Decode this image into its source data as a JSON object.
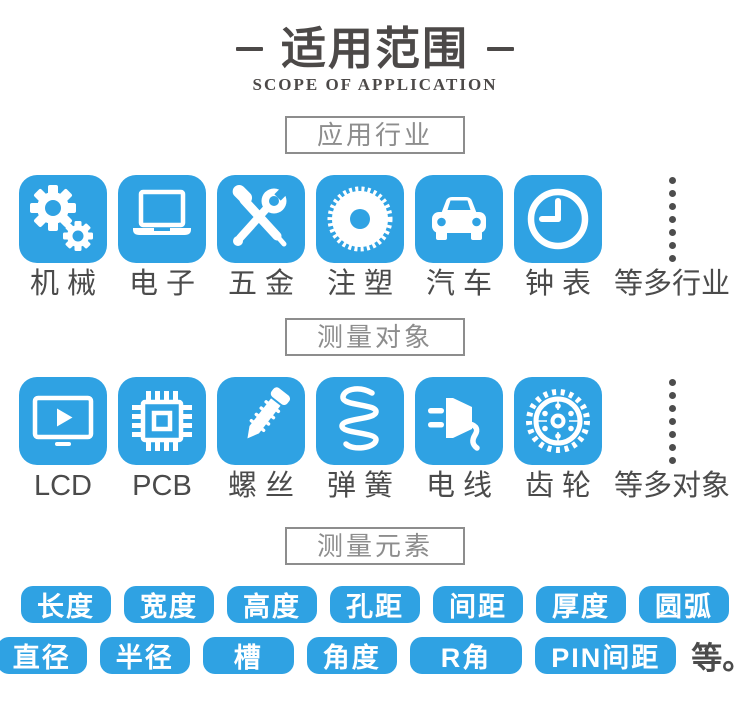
{
  "colors": {
    "accent_blue": "#2fa2e3",
    "title_gray": "#4c4948",
    "label_gray": "#4b4b4b",
    "section_gray": "#8d8d8d",
    "dot_gray": "#4d4d4d"
  },
  "header": {
    "title": "适用范围",
    "subtitle": "SCOPE OF APPLICATION"
  },
  "industries": {
    "heading": "应用行业",
    "items": [
      {
        "icon": "gears-icon",
        "label": "机械"
      },
      {
        "icon": "laptop-icon",
        "label": "电子"
      },
      {
        "icon": "tools-icon",
        "label": "五金"
      },
      {
        "icon": "saw-blade-icon",
        "label": "注塑"
      },
      {
        "icon": "car-icon",
        "label": "汽车"
      },
      {
        "icon": "clock-icon",
        "label": "钟表"
      }
    ],
    "more_label": "等多行业"
  },
  "objects": {
    "heading": "测量对象",
    "items": [
      {
        "icon": "lcd-icon",
        "label": "LCD"
      },
      {
        "icon": "pcb-chip-icon",
        "label": "PCB"
      },
      {
        "icon": "screw-icon",
        "label": "螺丝"
      },
      {
        "icon": "spring-icon",
        "label": "弹簧"
      },
      {
        "icon": "plug-icon",
        "label": "电线"
      },
      {
        "icon": "gear-wheel-icon",
        "label": "齿轮"
      }
    ],
    "more_label": "等多对象"
  },
  "elements": {
    "heading": "测量元素",
    "row1": [
      "长度",
      "宽度",
      "高度",
      "孔距",
      "间距",
      "厚度",
      "圆弧"
    ],
    "row2": [
      "直径",
      "半径",
      "槽",
      "角度",
      "R角",
      "PIN间距"
    ],
    "suffix": "等。"
  }
}
